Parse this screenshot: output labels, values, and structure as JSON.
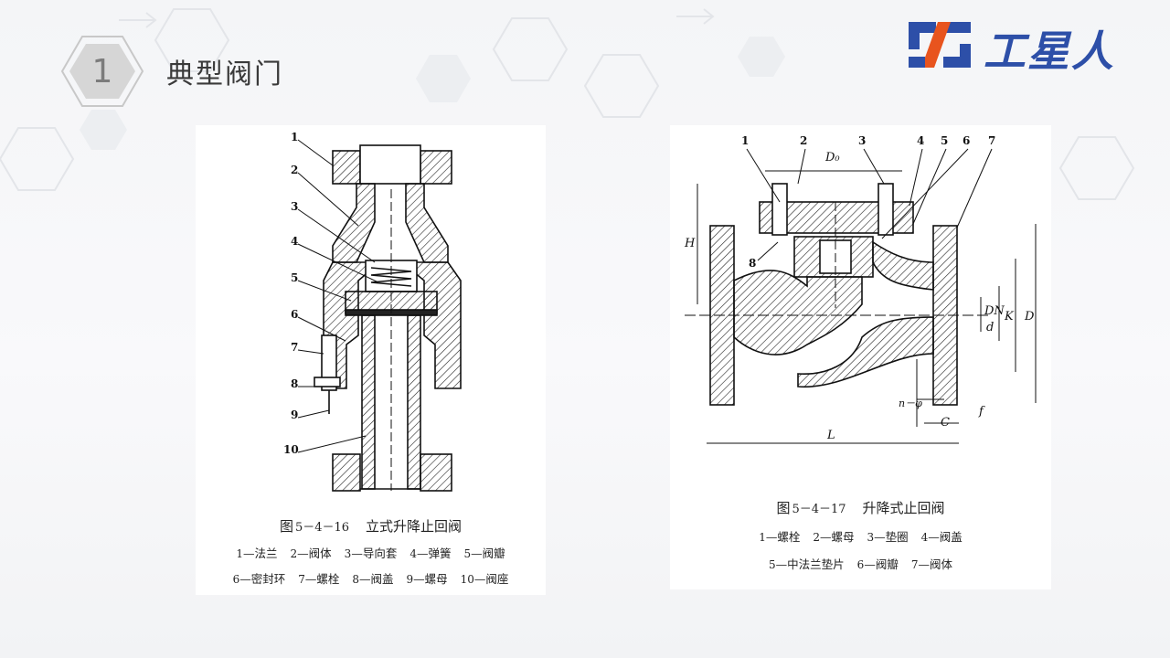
{
  "header": {
    "section_number": "1",
    "title": "典型阀门"
  },
  "logo": {
    "text": "工星人",
    "color_primary": "#2d4fa8",
    "color_accent": "#e8541e"
  },
  "figures": [
    {
      "figure_no": "5－4－16",
      "caption_prefix": "图",
      "caption_title": "立式升降止回阀",
      "callouts": [
        "1",
        "2",
        "3",
        "4",
        "5",
        "6",
        "7",
        "8",
        "9",
        "10"
      ],
      "legend": [
        [
          {
            "num": "1",
            "label": "—法兰"
          },
          {
            "num": "2",
            "label": "—阀体"
          },
          {
            "num": "3",
            "label": "—导向套"
          },
          {
            "num": "4",
            "label": "—弹簧"
          },
          {
            "num": "5",
            "label": "—阀瓣"
          }
        ],
        [
          {
            "num": "6",
            "label": "—密封环"
          },
          {
            "num": "7",
            "label": "—螺栓"
          },
          {
            "num": "8",
            "label": "—阀盖"
          },
          {
            "num": "9",
            "label": "—螺母"
          },
          {
            "num": "10",
            "label": "—阀座"
          }
        ]
      ]
    },
    {
      "figure_no": "5－4－17",
      "caption_prefix": "图",
      "caption_title": "升降式止回阀",
      "callouts": [
        "1",
        "2",
        "3",
        "4",
        "5",
        "6",
        "7",
        "8"
      ],
      "dimensions": {
        "d0": "D₀",
        "h": "H",
        "dn": "DN",
        "d": "d",
        "k": "K",
        "D": "D",
        "l": "L",
        "c": "C",
        "f": "f",
        "n_phi": "n－φ"
      },
      "legend": [
        [
          {
            "num": "1",
            "label": "—螺栓"
          },
          {
            "num": "2",
            "label": "—螺母"
          },
          {
            "num": "3",
            "label": "—垫圈"
          },
          {
            "num": "4",
            "label": "—阀盖"
          }
        ],
        [
          {
            "num": "5",
            "label": "—中法兰垫片"
          },
          {
            "num": "6",
            "label": "—阀瓣"
          },
          {
            "num": "7",
            "label": "—阀体"
          }
        ]
      ]
    }
  ]
}
